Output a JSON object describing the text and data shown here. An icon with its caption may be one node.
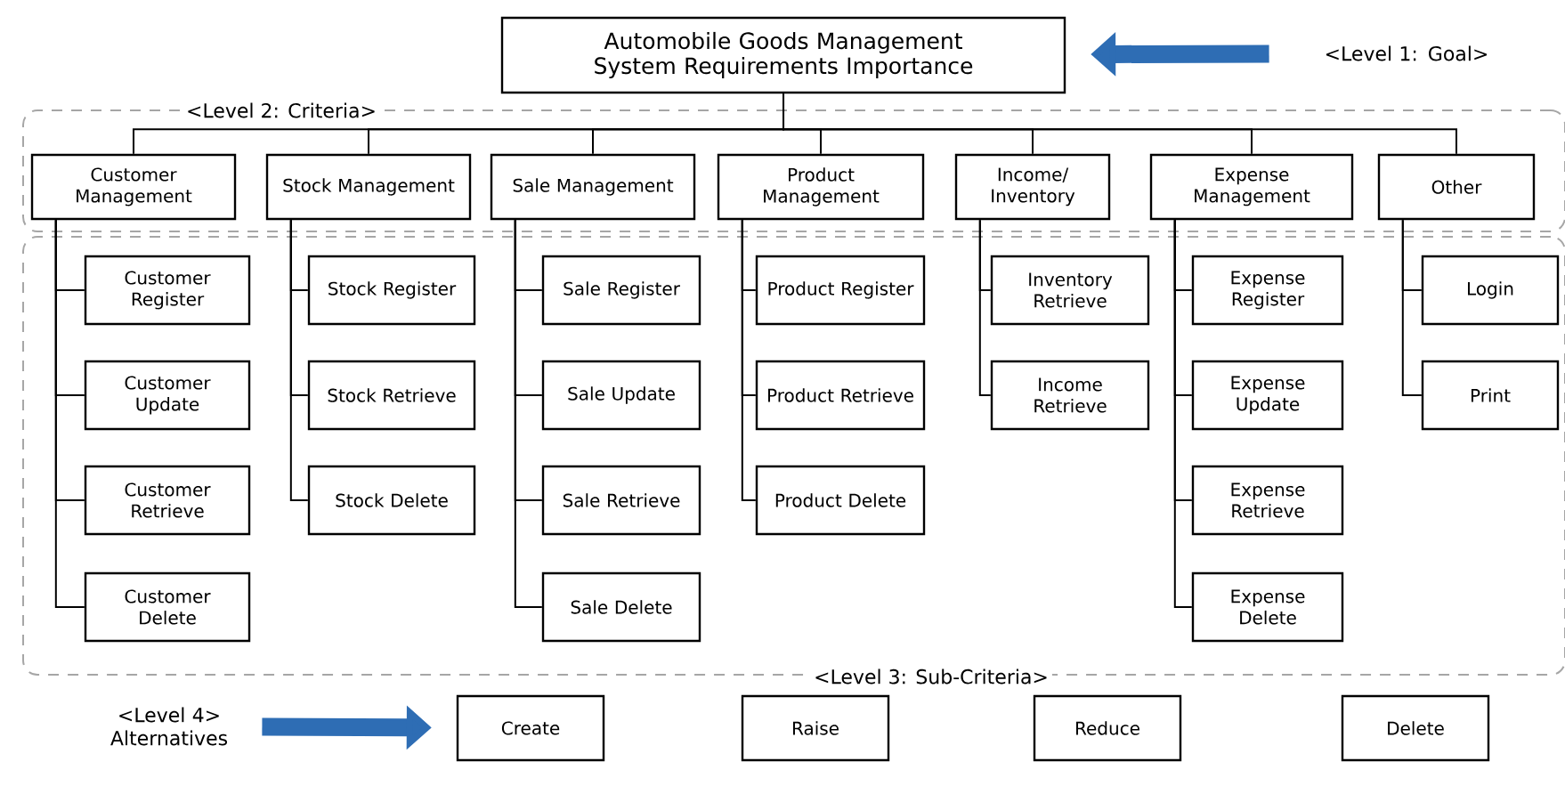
{
  "diagram": {
    "nodes": [
      {
        "text": [
          "Automobile Goods Management System Requirements Importance"
        ]
      },
      {
        "text": [
          "<Level 1: Goal>"
        ]
      },
      {
        "text": [
          "<Level 2: Criteria>"
        ]
      },
      {
        "text": [
          "Customer Management"
        ],
        "in": 2
      },
      {
        "text": [
          "Stock Management"
        ],
        "in": 2
      },
      {
        "text": [
          "Sale Management"
        ],
        "in": 2
      },
      {
        "text": [
          "Product Management"
        ],
        "in": 2
      },
      {
        "text": [
          "Income/ Inventory"
        ],
        "in": 2
      },
      {
        "text": [
          "Expense Management"
        ],
        "in": 2
      },
      {
        "text": [
          "Other"
        ],
        "in": 2
      },
      {
        "text": [
          "<Level 3: Sub-Criteria>"
        ]
      },
      {
        "text": [
          "Customer Register"
        ],
        "in": 10
      },
      {
        "text": [
          "Customer Update"
        ],
        "in": 10
      },
      {
        "text": [
          "Customer Retrieve"
        ],
        "in": 10
      },
      {
        "text": [
          "Customer Delete"
        ],
        "in": 10
      },
      {
        "text": [
          "Stock Register"
        ],
        "in": 10
      },
      {
        "text": [
          "Stock Retrieve"
        ],
        "in": 10
      },
      {
        "text": [
          "Stock Delete"
        ],
        "in": 10
      },
      {
        "text": [
          "Sale Register"
        ],
        "in": 10
      },
      {
        "text": [
          "Sale Update"
        ],
        "in": 10
      },
      {
        "text": [
          "Sale Retrieve"
        ],
        "in": 10
      },
      {
        "text": [
          "Sale Delete"
        ],
        "in": 10
      },
      {
        "text": [
          "Product Register"
        ],
        "in": 10
      },
      {
        "text": [
          "Product Retrieve"
        ],
        "in": 10
      },
      {
        "text": [
          "Product Delete"
        ],
        "in": 10
      },
      {
        "text": [
          "Inventory Retrieve"
        ],
        "in": 10
      },
      {
        "text": [
          "Income Retrieve"
        ],
        "in": 10
      },
      {
        "text": [
          "Expense Register"
        ],
        "in": 10
      },
      {
        "text": [
          "Expense Update"
        ],
        "in": 10
      },
      {
        "text": [
          "Expense Retrieve"
        ],
        "in": 10
      },
      {
        "text": [
          "Expense Delete"
        ],
        "in": 10
      },
      {
        "text": [
          "Login"
        ],
        "in": 10
      },
      {
        "text": [
          "Print"
        ],
        "in": 10
      },
      {
        "text": [
          "<Level 4> Alternatives"
        ]
      },
      {
        "text": [
          "Create"
        ]
      },
      {
        "text": [
          "Raise"
        ]
      },
      {
        "text": [
          "Reduce"
        ]
      },
      {
        "text": [
          "Delete"
        ]
      }
    ],
    "edges": [
      {
        "from": 1,
        "to": 0,
        "arrow": "to",
        "style": "thick",
        "color": "#2e6db4"
      },
      {
        "from": 0,
        "to": 3,
        "arrow": "none"
      },
      {
        "from": 0,
        "to": 4,
        "arrow": "none"
      },
      {
        "from": 0,
        "to": 5,
        "arrow": "none"
      },
      {
        "from": 0,
        "to": 6,
        "arrow": "none"
      },
      {
        "from": 0,
        "to": 7,
        "arrow": "none"
      },
      {
        "from": 0,
        "to": 8,
        "arrow": "none"
      },
      {
        "from": 0,
        "to": 9,
        "arrow": "none"
      },
      {
        "from": 3,
        "to": 11,
        "arrow": "none"
      },
      {
        "from": 3,
        "to": 12,
        "arrow": "none"
      },
      {
        "from": 3,
        "to": 13,
        "arrow": "none"
      },
      {
        "from": 3,
        "to": 14,
        "arrow": "none"
      },
      {
        "from": 4,
        "to": 15,
        "arrow": "none"
      },
      {
        "from": 4,
        "to": 16,
        "arrow": "none"
      },
      {
        "from": 4,
        "to": 17,
        "arrow": "none"
      },
      {
        "from": 5,
        "to": 18,
        "arrow": "none"
      },
      {
        "from": 5,
        "to": 19,
        "arrow": "none"
      },
      {
        "from": 5,
        "to": 20,
        "arrow": "none"
      },
      {
        "from": 5,
        "to": 21,
        "arrow": "none"
      },
      {
        "from": 6,
        "to": 22,
        "arrow": "none"
      },
      {
        "from": 6,
        "to": 23,
        "arrow": "none"
      },
      {
        "from": 6,
        "to": 24,
        "arrow": "none"
      },
      {
        "from": 7,
        "to": 25,
        "arrow": "none"
      },
      {
        "from": 7,
        "to": 26,
        "arrow": "none"
      },
      {
        "from": 8,
        "to": 27,
        "arrow": "none"
      },
      {
        "from": 8,
        "to": 28,
        "arrow": "none"
      },
      {
        "from": 8,
        "to": 29,
        "arrow": "none"
      },
      {
        "from": 8,
        "to": 30,
        "arrow": "none"
      },
      {
        "from": 9,
        "to": 31,
        "arrow": "none"
      },
      {
        "from": 9,
        "to": 32,
        "arrow": "none"
      },
      {
        "from": 33,
        "to": 34,
        "arrow": "to",
        "style": "thick",
        "color": "#2e6db4"
      }
    ]
  }
}
